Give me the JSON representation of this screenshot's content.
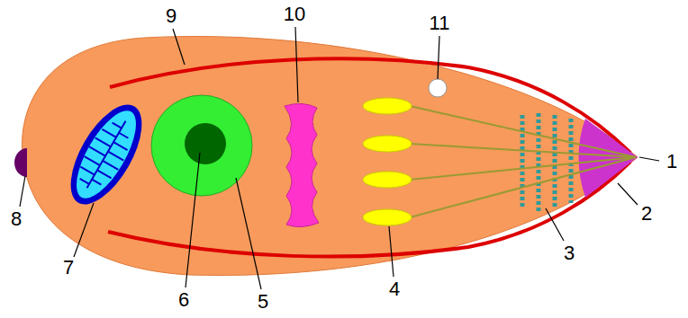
{
  "diagram": {
    "labels": [
      "9",
      "10",
      "11",
      "1",
      "2",
      "3",
      "8",
      "7",
      "4",
      "6",
      "5"
    ]
  }
}
